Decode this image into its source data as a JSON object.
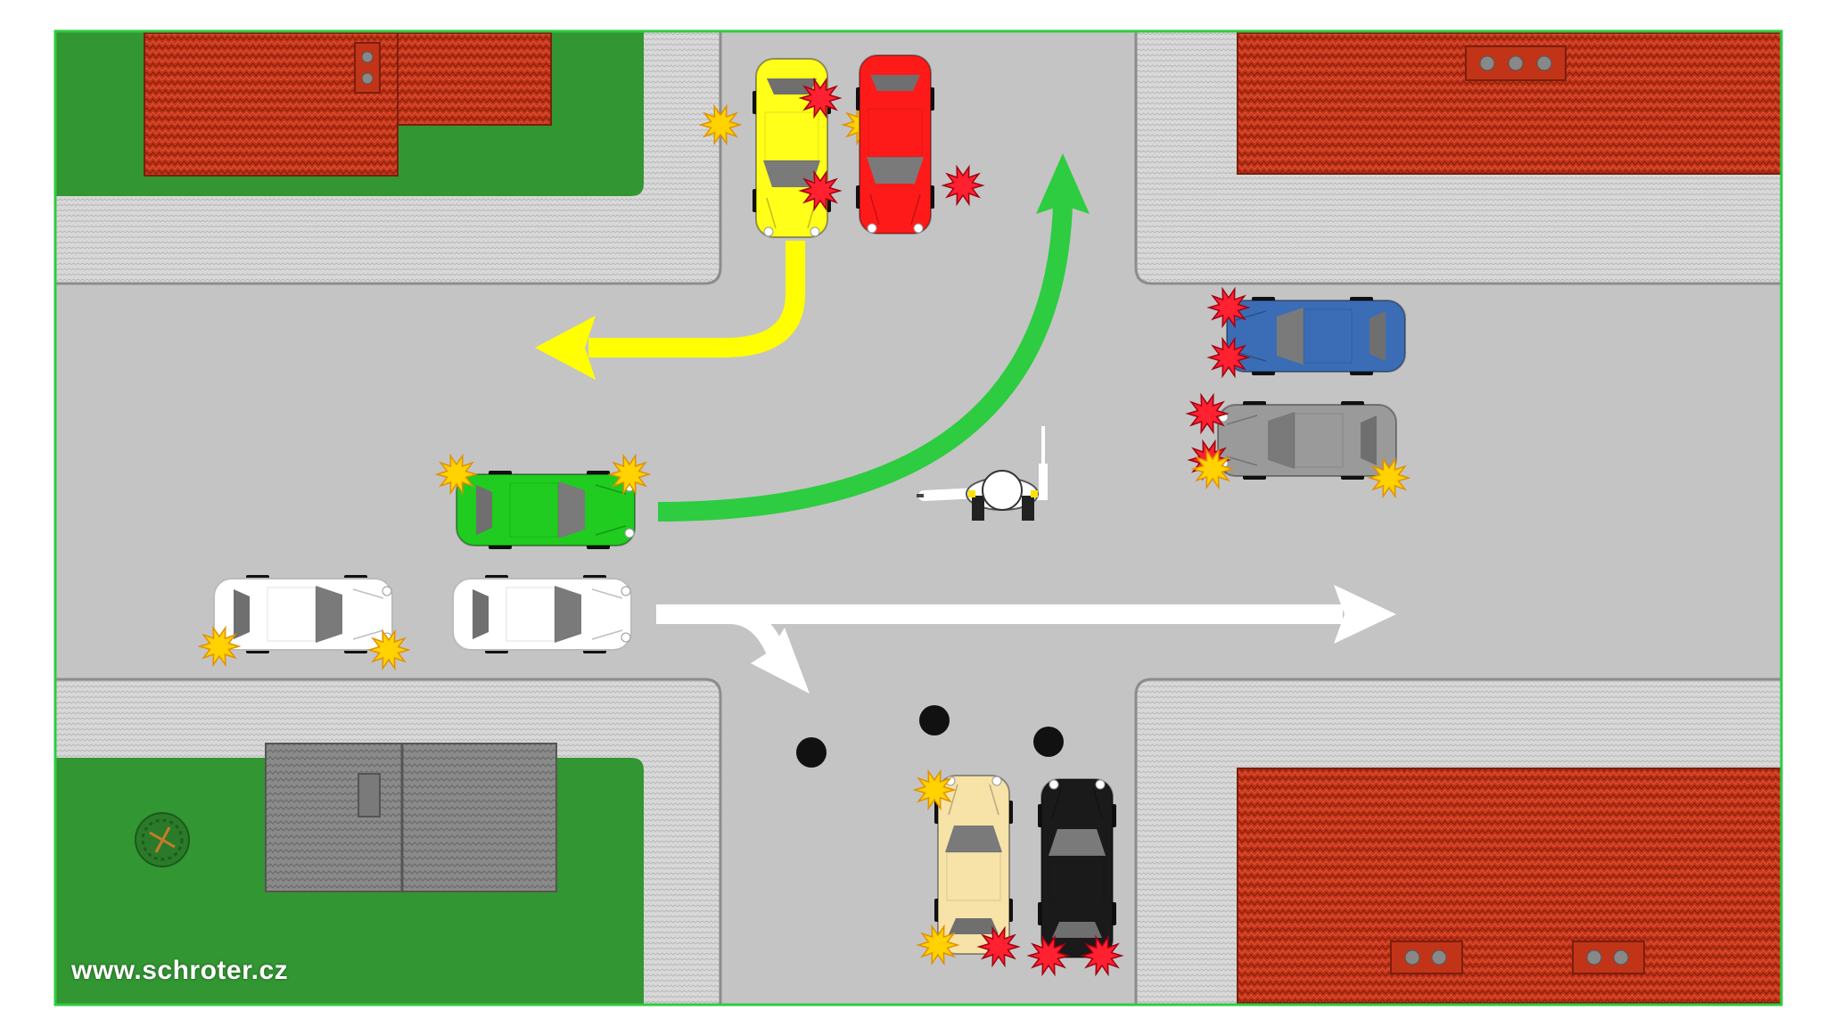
{
  "scene": {
    "type": "traffic-intersection-diagram",
    "watermark": "www.schroter.cz",
    "colors": {
      "grass": "#329632",
      "road": "#c4c4c4",
      "sidewalk": "#d6d6d6",
      "curb": "#8c8c8c",
      "roof": "#c23418",
      "roof_grey": "#8a8a8a",
      "frame": "#2ecc40",
      "arrow_yellow": "#ffff00",
      "arrow_green": "#2ecc40",
      "arrow_white": "#ffffff",
      "turn_signal_yellow": "#ffd200",
      "brake_light_red": "#ff2030"
    },
    "vehicles": [
      {
        "id": "yellow-car",
        "color": "#ffff1a",
        "facing": "south",
        "signal": "yellow"
      },
      {
        "id": "red-car",
        "color": "#ff1a1a",
        "facing": "south",
        "signal": "red"
      },
      {
        "id": "green-car",
        "color": "#1fcc1f",
        "facing": "east",
        "signal": "yellow"
      },
      {
        "id": "white-car-front",
        "color": "#ffffff",
        "facing": "east",
        "signal": "none"
      },
      {
        "id": "white-car-rear",
        "color": "#ffffff",
        "facing": "east",
        "signal": "yellow"
      },
      {
        "id": "blue-car",
        "color": "#3a6db5",
        "facing": "west",
        "signal": "red"
      },
      {
        "id": "grey-car",
        "color": "#9a9a9a",
        "facing": "west",
        "signal": "yellow-red"
      },
      {
        "id": "cream-car",
        "color": "#f7e2a8",
        "facing": "north",
        "signal": "yellow-red"
      },
      {
        "id": "black-car",
        "color": "#1a1a1a",
        "facing": "north",
        "signal": "red"
      }
    ],
    "arrows": [
      {
        "id": "yellow-left-turn",
        "color": "yellow",
        "direction": "left"
      },
      {
        "id": "green-left-turn",
        "color": "green",
        "direction": "north"
      },
      {
        "id": "white-straight",
        "color": "white",
        "direction": "east"
      },
      {
        "id": "white-right-turn",
        "color": "white",
        "direction": "south"
      }
    ],
    "figure": {
      "id": "traffic-police-officer",
      "pose": "arms-extended"
    }
  }
}
